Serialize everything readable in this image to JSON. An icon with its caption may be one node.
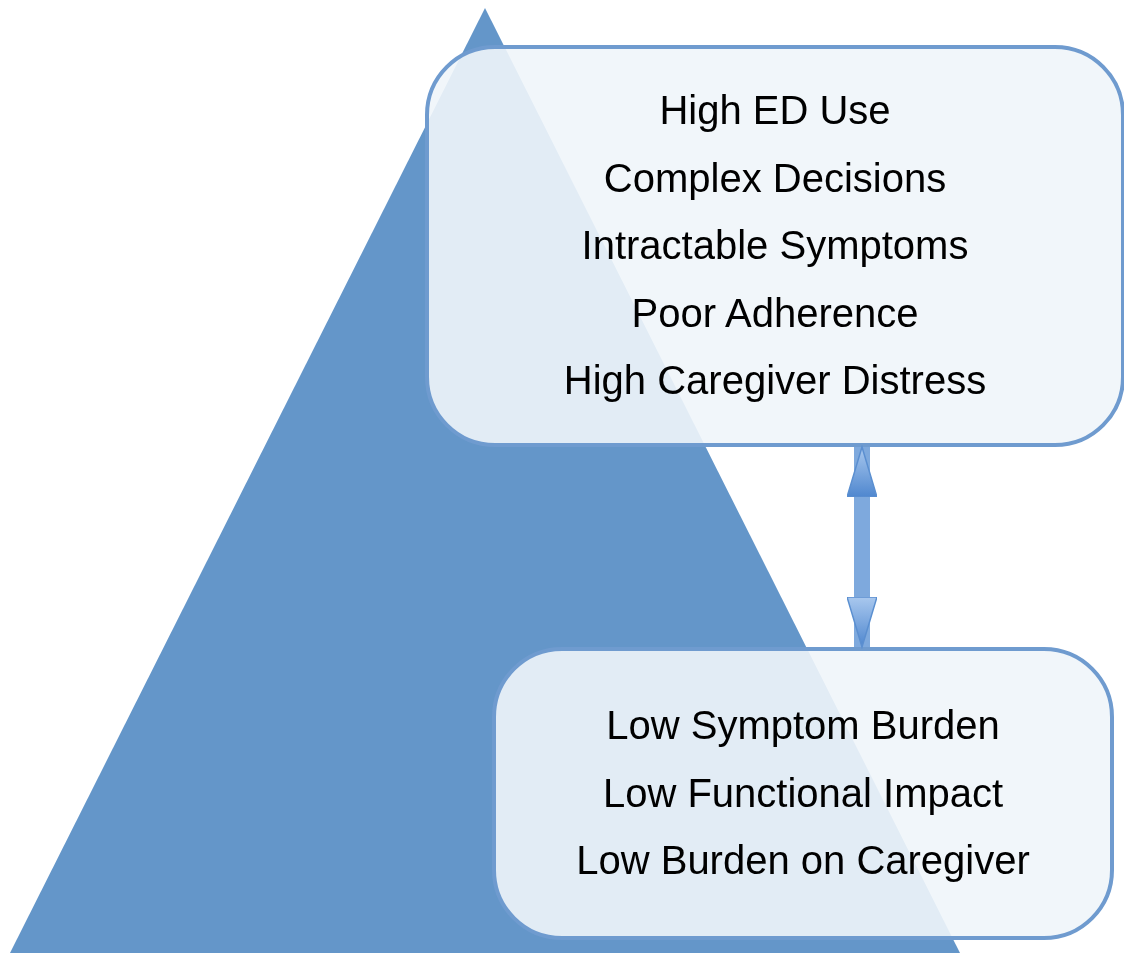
{
  "diagram": {
    "nodes": [
      {
        "text": [],
        "shape": "triangle"
      },
      {
        "text": [
          "High ED Use",
          "Complex Decisions",
          "Intractable Symptoms",
          "Poor Adherence",
          "High Caregiver Distress"
        ]
      },
      {
        "text": [
          "Low Symptom Burden",
          "Low Functional Impact",
          "Low Burden on Caregiver"
        ]
      }
    ],
    "edges": [
      {
        "from": 1,
        "to": 2,
        "arrow": "both"
      }
    ]
  }
}
